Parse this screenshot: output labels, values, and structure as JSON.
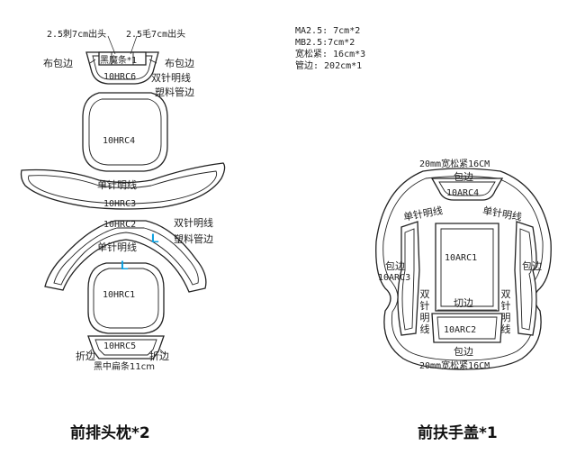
{
  "left_diagram": {
    "callout_top_left": "2.5刺7cm出头",
    "callout_top_right": "2.5毛7cm出头",
    "label_wrap_left": "布包边",
    "label_wrap_right": "布包边",
    "label_tab": "黑魔条*1",
    "part_c6": "10HRC6",
    "label_c6_stitch": "双针明线",
    "label_c6_pipe": "塑料管边",
    "part_c4": "10HRC4",
    "label_single_top": "单针明线",
    "part_c3": "10HRC3",
    "part_c2": "10HRC2",
    "label_c2_stitch": "双针明线",
    "label_c2_pipe": "塑料管边",
    "label_single_mid": "单针明线",
    "marker_l1": "L",
    "marker_l2": "L",
    "part_c1": "10HRC1",
    "part_c5": "10HRC5",
    "label_fold_left": "折边",
    "label_fold_right": "折边",
    "label_bottom_strip": "黑中扁条11cm",
    "caption": "前排头枕*2"
  },
  "right_diagram": {
    "spec_lines": [
      "MA2.5: 7cm*2",
      "MB2.5:7cm*2",
      "宽松紧: 16cm*3",
      "管边: 202cm*1"
    ],
    "label_top_elastic": "20mm宽松紧16CM",
    "label_top_wrap": "包边",
    "part_c4": "10ARC4",
    "label_single_left": "单针明线",
    "label_single_right": "单针明线",
    "part_c1": "10ARC1",
    "label_wrap_left": "包边",
    "label_wrap_right": "包边",
    "part_c3": "10ARC3",
    "label_double_left": "双针明线",
    "label_double_right": "双针明线",
    "label_cut_edge": "切边",
    "part_c2": "10ARC2",
    "label_bottom_wrap": "包边",
    "label_bottom_elastic": "20mm宽松紧16CM",
    "caption": "前扶手盖*1"
  }
}
